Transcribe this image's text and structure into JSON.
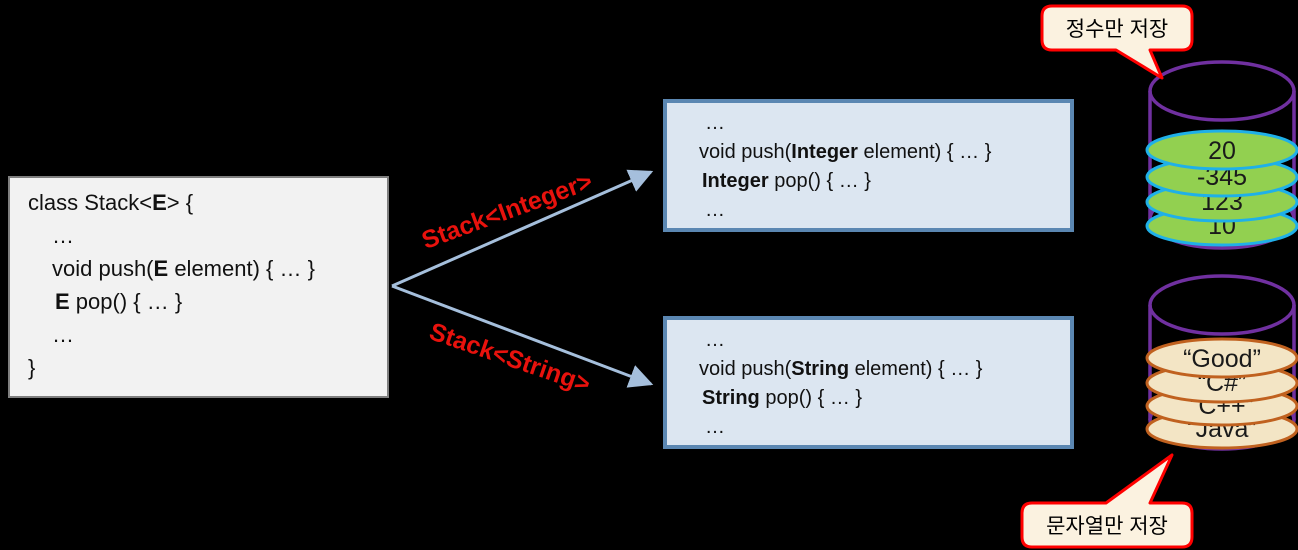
{
  "background": "#000000",
  "generic_box": {
    "lines": [
      {
        "pre": "class Stack<",
        "em": "E",
        "post": "> {"
      },
      {
        "pre": "…"
      },
      {
        "pre": "void push(",
        "em": "E",
        "post": " element) { … }"
      },
      {
        "em": "E",
        "post": " pop() { … }"
      },
      {
        "pre": "…"
      },
      {
        "pre": "}"
      }
    ],
    "fill": "#F2F2F2",
    "border": "#7F7F7F"
  },
  "integer_box": {
    "lines": [
      {
        "pre": "…"
      },
      {
        "pre": "void push(",
        "em": "Integer",
        "post": " element) { … }"
      },
      {
        "em": "Integer",
        "post": " pop() { … }"
      },
      {
        "pre": "…"
      }
    ],
    "fill": "#DCE6F1",
    "border": "#5B87B2"
  },
  "string_box": {
    "lines": [
      {
        "pre": "…"
      },
      {
        "pre": "void push(",
        "em": "String",
        "post": " element) { … }"
      },
      {
        "em": "String",
        "post": " pop() { … }"
      },
      {
        "pre": "…"
      }
    ],
    "fill": "#DCE6F1",
    "border": "#5B87B2"
  },
  "arrows": {
    "integer_label": "Stack<Integer>",
    "string_label": "Stack<String>",
    "line_color": "#A5BFDC",
    "label_color": "#E8120D"
  },
  "integer_stack": {
    "callout": "정수만 저장",
    "items": [
      "20",
      "-345",
      "123",
      "10"
    ],
    "disc_fill": "#92D050",
    "disc_border": "#1FB0E8",
    "cylinder_border": "#7030A0"
  },
  "string_stack": {
    "callout": "문자열만 저장",
    "items": [
      "“Good”",
      "“C#”",
      "“C++”",
      "“Java”"
    ],
    "disc_fill": "#F3E5C5",
    "disc_border": "#C0611F",
    "cylinder_border": "#7030A0"
  },
  "callout_style": {
    "fill": "#FBF2E0",
    "border": "#FF0000"
  }
}
